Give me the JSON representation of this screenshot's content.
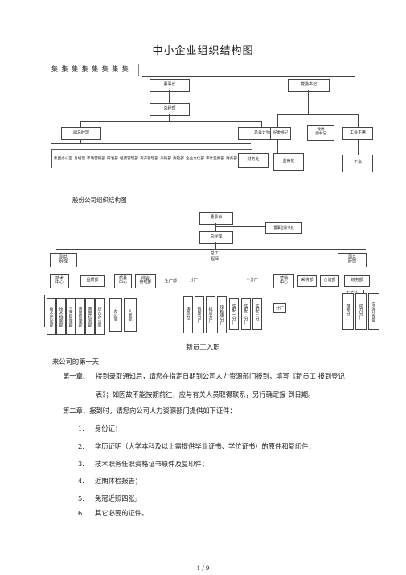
{
  "page_title": "中小企业组织结构图",
  "header_strip": "集 集 集 集 集 集 集 集",
  "chart1": {
    "chairman": "董事长",
    "party_secretary": "党委书记",
    "gm": "总经理",
    "vice_gm": "副总经理",
    "chief_accountant": "总会计师",
    "discipline_secretary": "纪委书记",
    "deputy_party_secretary": "党委\n副书记",
    "union_chair": "工会主席",
    "dept_row": [
      "集团办公室",
      "总经理",
      "市场营销部",
      "研发部",
      "经营管理部",
      "资产管理部",
      "采购部",
      "质检部",
      "企业文化部",
      "审计监察部",
      "财务部",
      "人事部"
    ],
    "finance": "财务处",
    "supervision": "监察处",
    "union": "工会"
  },
  "subtitle2": "股份公司组织结构图",
  "chart2": {
    "chairman": "董事长",
    "board_office": "董事会秘书处",
    "gm": "总经理",
    "vice_left": "副总\n经理",
    "chief_engineer": "总工\n程师",
    "vice_right": "副总\n经理",
    "row_mid": [
      "技术\n中心",
      "品质部",
      "质量\n中心",
      "综合\n管理部",
      "营销\n中心",
      "采购部",
      "仓储部",
      "财务部"
    ],
    "extras": [
      "生产部",
      "分厂",
      "**分厂",
      "工艺处",
      "分厂"
    ],
    "leaves_left": [
      "技术开发部",
      "技术档案部",
      "工艺管理部",
      "质量管理部",
      "质量检测部",
      "综合办公室",
      "办公室",
      "人事部"
    ],
    "leaves_mid": [
      "铸造分厂",
      "锻压分厂",
      "机加分厂",
      "热处理分厂",
      "装配一分厂",
      "装配二分厂",
      "装配三分厂"
    ],
    "leaves_right": [
      "维修分厂",
      "动力分厂",
      "安全环保部"
    ]
  },
  "section_title": "新员工入职",
  "intro": "来公司的第一天",
  "ch1_label": "第一章、",
  "ch1_text": "接到录取通知后，请您在指定日期到公司人力资源部门报到，填写《新员工  报到登记",
  "ch1_text2": "表》；如因故不能按期前往，应与有关人员取得联系，另行确定报  到日期。",
  "ch2": "第二章、报到时，请您向公司人力资源部门提供如下证件：",
  "list": [
    {
      "num": "1.",
      "text": "身份证；"
    },
    {
      "num": "2.",
      "text": "学历证明（大学本科及以上需提供毕业证书、学位证书）的原件和复印件；"
    },
    {
      "num": "3.",
      "text": "技术职务任职资格证书原件及复印件；"
    },
    {
      "num": "4.",
      "text": "近期体检报告；"
    },
    {
      "num": "5.",
      "text": "免冠近照四张;"
    },
    {
      "num": "6.",
      "text": "其它必要的证件。"
    }
  ],
  "page_number": "1 / 9"
}
